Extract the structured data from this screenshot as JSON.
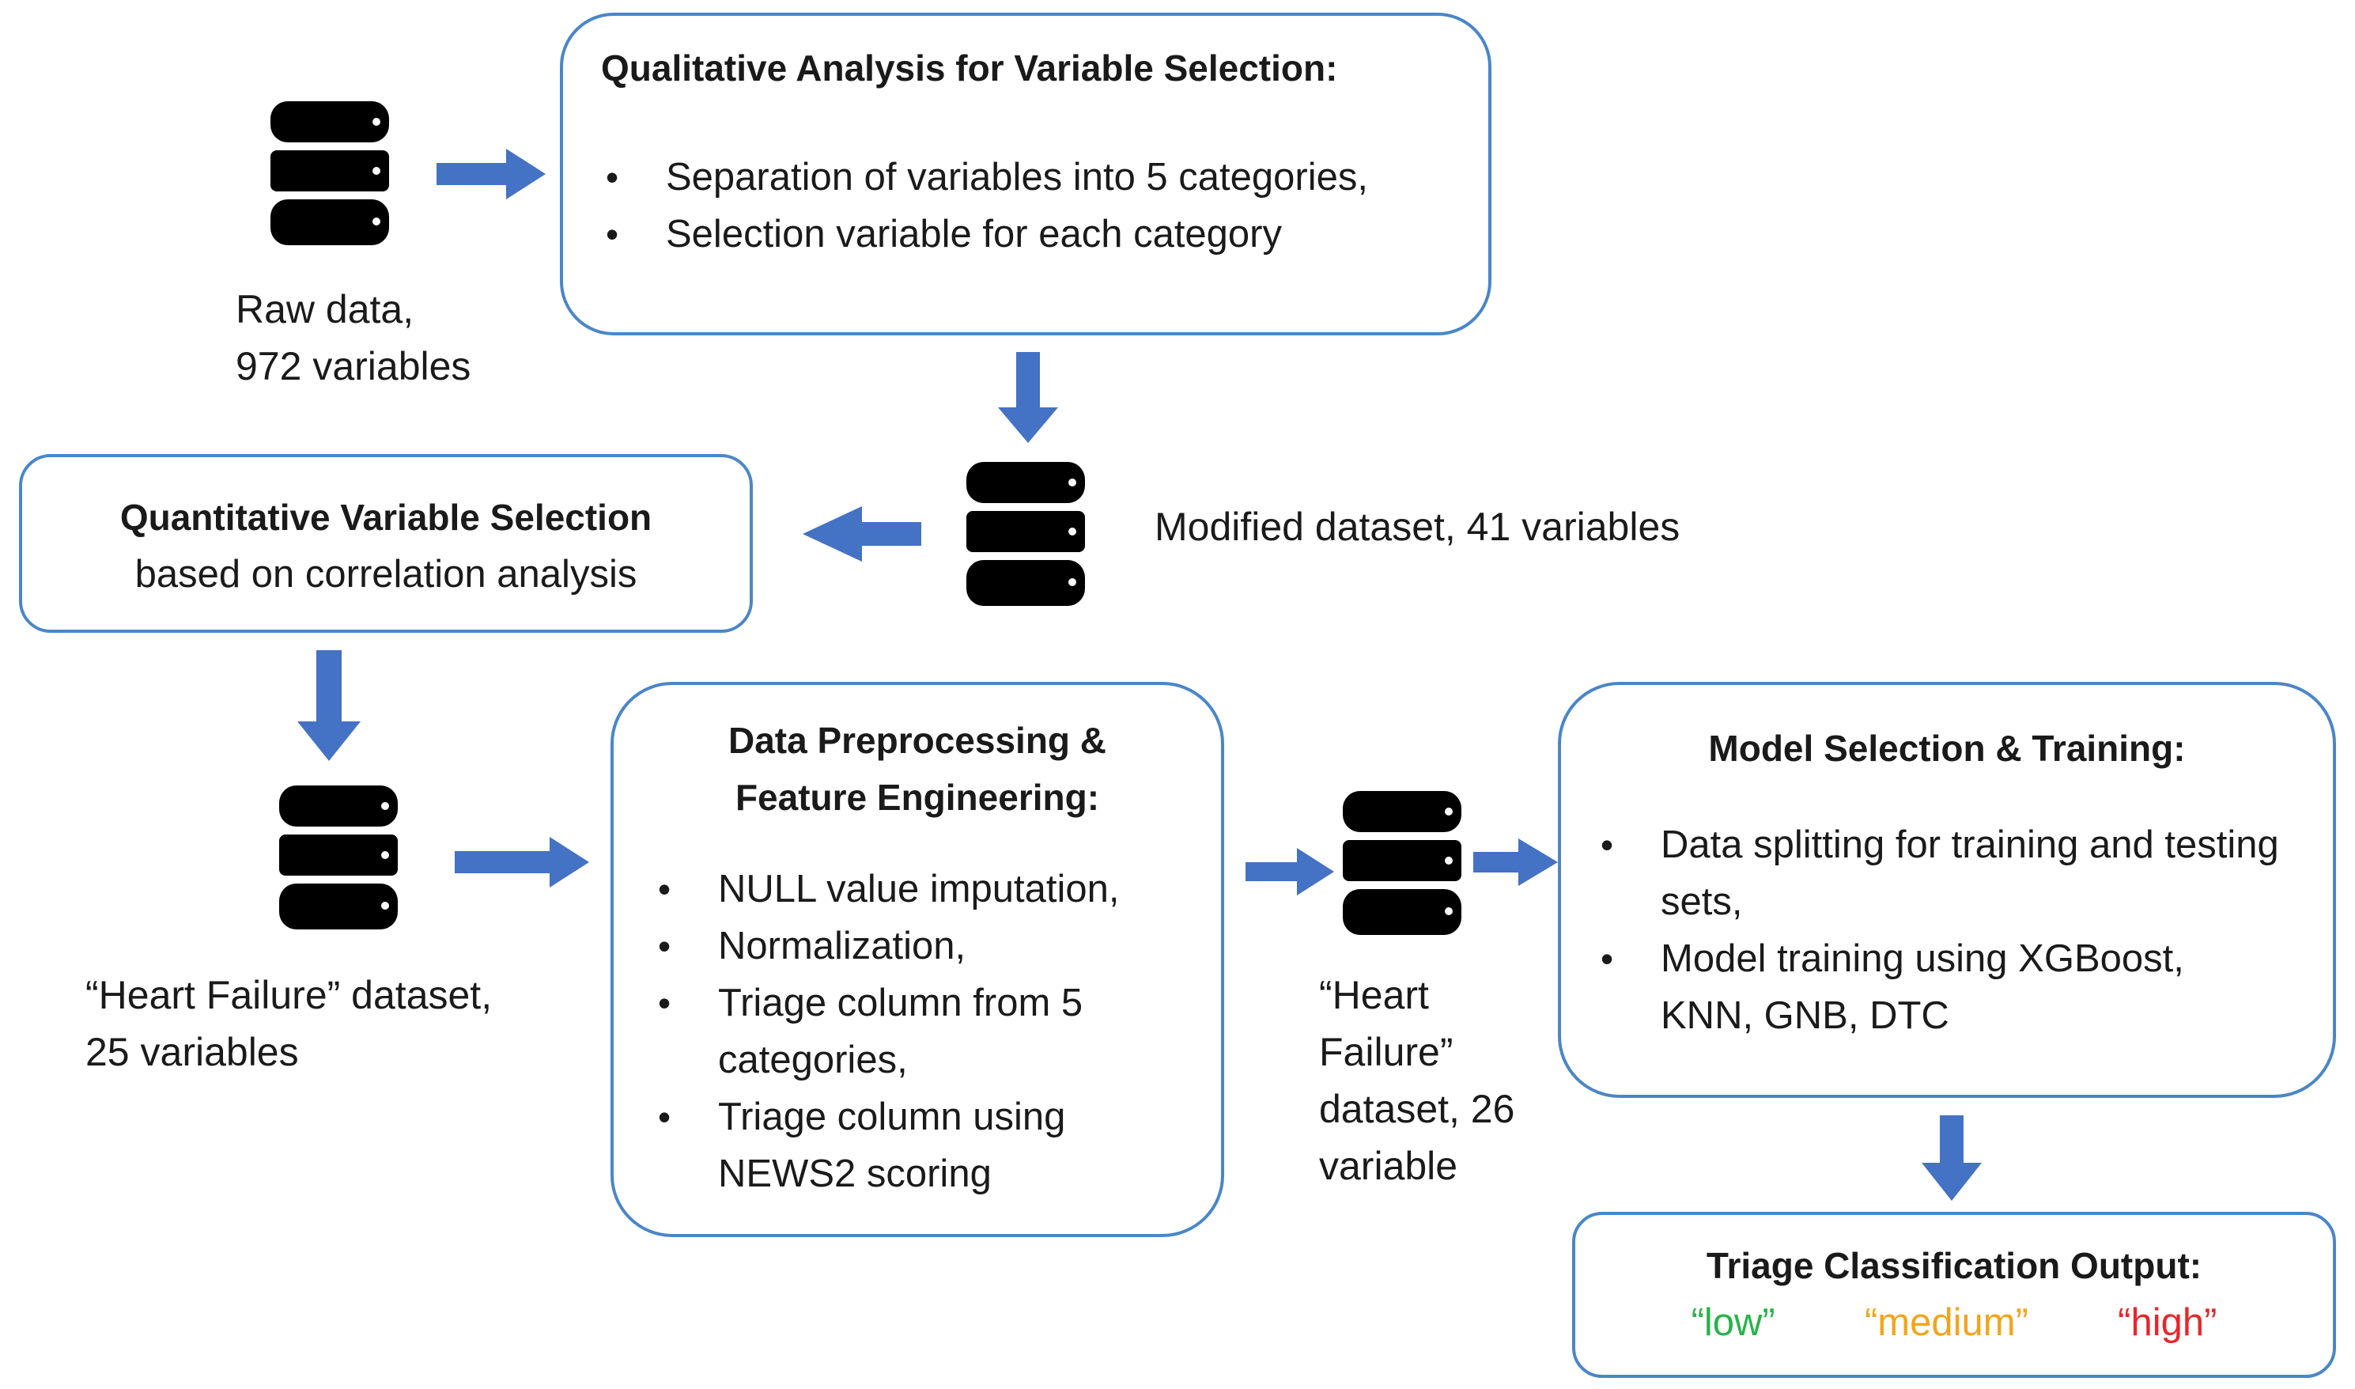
{
  "colors": {
    "box_border": "#4a86c8",
    "arrow_fill": "#4472c4",
    "database_fill": "#000000",
    "low": "#27b34a",
    "medium": "#f2a51c",
    "high": "#e8262a"
  },
  "icons": {
    "database": "database-icon",
    "arrow": "block-arrow-icon"
  },
  "raw_data": {
    "line1": "Raw data,",
    "line2": "972 variables"
  },
  "qualitative": {
    "title": "Qualitative Analysis for Variable Selection:",
    "items": [
      "Separation of variables into 5 categories,",
      "Selection variable for each category"
    ]
  },
  "modified": {
    "label": "Modified dataset, 41 variables"
  },
  "quantitative": {
    "title": "Quantitative Variable Selection",
    "subtitle": "based on correlation analysis"
  },
  "heart_failure_25": {
    "line1": "“Heart Failure” dataset,",
    "line2": "25 variables"
  },
  "preprocessing": {
    "title_line1": "Data Preprocessing &",
    "title_line2": "Feature Engineering:",
    "items": [
      "NULL value imputation,",
      "Normalization,",
      "Triage column from 5 categories,",
      "Triage column using NEWS2 scoring"
    ]
  },
  "heart_failure_26": {
    "line1": "“Heart",
    "line2": "Failure”",
    "line3": "dataset, 26",
    "line4": "variable"
  },
  "model": {
    "title": "Model Selection & Training:",
    "items": [
      "Data splitting for training and testing sets,",
      "Model training using XGBoost, KNN, GNB, DTC"
    ]
  },
  "output": {
    "title": "Triage Classification Output:",
    "low": "“low”",
    "medium": "“medium”",
    "high": "“high”"
  }
}
